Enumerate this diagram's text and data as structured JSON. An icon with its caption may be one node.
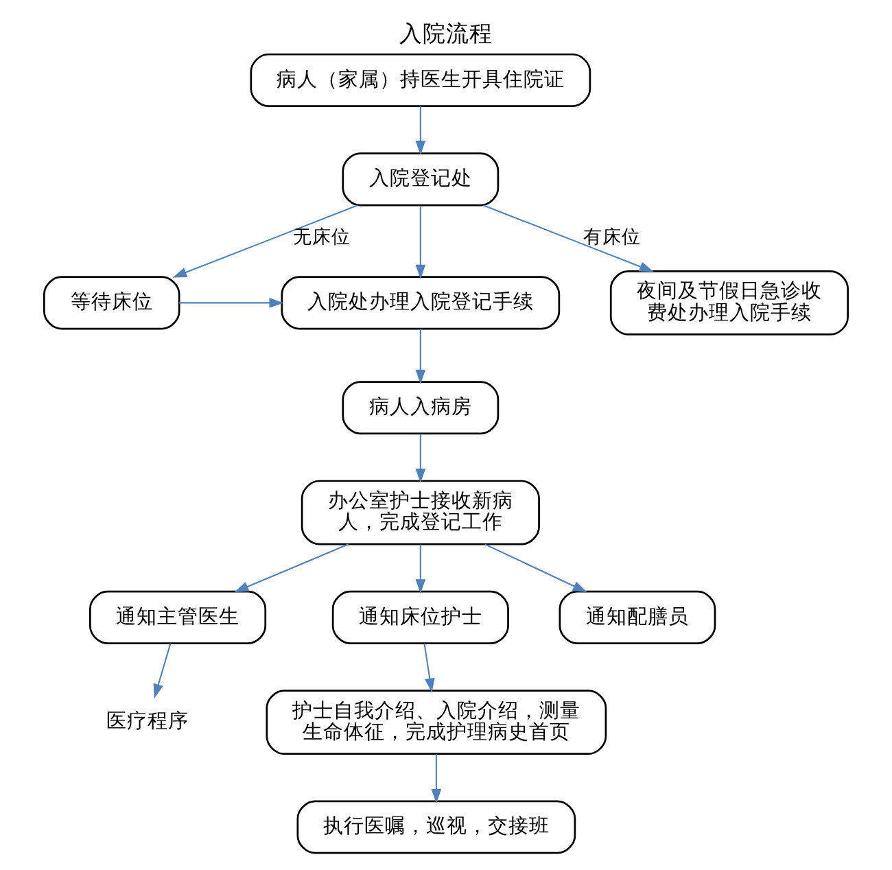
{
  "diagram": {
    "title": "入院流程",
    "nodes": [
      {
        "text": [
          "病人（家属）持医生开具住院证"
        ]
      },
      {
        "text": [
          "入院登记处"
        ]
      },
      {
        "text": [
          "等待床位"
        ]
      },
      {
        "text": [
          "入院处办理入院登记手续"
        ]
      },
      {
        "text": [
          "夜间及节假日急诊收费处办理入院手续"
        ]
      },
      {
        "text": [
          "病人入病房"
        ]
      },
      {
        "text": [
          "办公室护士接收新病人，完成登记工作"
        ]
      },
      {
        "text": [
          "通知主管医生"
        ]
      },
      {
        "text": [
          "通知床位护士"
        ]
      },
      {
        "text": [
          "通知配膳员"
        ]
      },
      {
        "text": [
          "医疗程序"
        ]
      },
      {
        "text": [
          "护士自我介绍、入院介绍，测量生命体征，完成护理病史首页"
        ]
      },
      {
        "text": [
          "执行医嘱，巡视，交接班"
        ]
      }
    ],
    "edges": [
      {
        "from": 0,
        "to": 1,
        "arrow": "to"
      },
      {
        "from": 1,
        "to": 2,
        "arrow": "to",
        "label": "无床位"
      },
      {
        "from": 1,
        "to": 3,
        "arrow": "to"
      },
      {
        "from": 1,
        "to": 4,
        "arrow": "to",
        "label": "有床位"
      },
      {
        "from": 2,
        "to": 3,
        "arrow": "to"
      },
      {
        "from": 3,
        "to": 5,
        "arrow": "to"
      },
      {
        "from": 5,
        "to": 6,
        "arrow": "to"
      },
      {
        "from": 6,
        "to": 7,
        "arrow": "to"
      },
      {
        "from": 6,
        "to": 8,
        "arrow": "to"
      },
      {
        "from": 6,
        "to": 9,
        "arrow": "to"
      },
      {
        "from": 7,
        "to": 10,
        "arrow": "to"
      },
      {
        "from": 8,
        "to": 11,
        "arrow": "to"
      },
      {
        "from": 11,
        "to": 12,
        "arrow": "to"
      }
    ]
  }
}
